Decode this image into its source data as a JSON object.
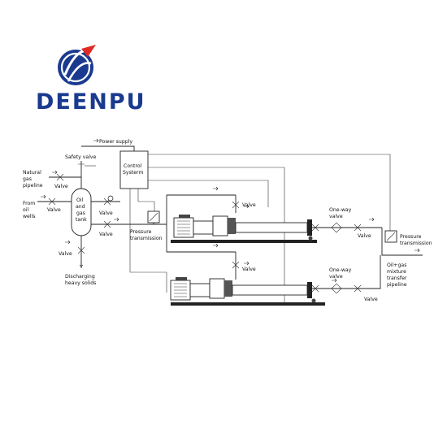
{
  "brand": {
    "name": "DEENPU",
    "primary_color": "#1a3a8f",
    "accent_color": "#e02a24"
  },
  "diagram": {
    "labels": {
      "power_supply": "Power supply",
      "safety_valve": "Safety  valve",
      "control_l1": "Control",
      "control_l2": "Systerm",
      "natural_gas_l1": "Natural",
      "natural_gas_l2": "gas",
      "natural_gas_l3": "pipeline",
      "valve_natural": "Valve",
      "from_l1": "From",
      "from_l2": "oil",
      "from_l3": "wells",
      "valve_from": "Valve",
      "tank_l1": "Oil",
      "tank_l2": "and",
      "tank_l3": "gas",
      "tank_l4": "tank",
      "valve_upper_mid": "Valve",
      "valve_lower_mid": "Valve",
      "pressure_l1": "Pressure",
      "pressure_l2": "transmission",
      "valve_bottom_tank": "Valve",
      "discharge_l1": "Discharging",
      "discharge_l2": "heavy solids",
      "valve_top_pump": "Valve",
      "oneway1_l1": "One-way",
      "oneway1_l2": "valve",
      "valve_out1": "Valve",
      "pressure_r_l1": "Pressure",
      "pressure_r_l2": "transmission",
      "valve_bottom_pump": "Valve",
      "oneway2_l1": "One-way",
      "oneway2_l2": "valve",
      "valve_out2": "Valve",
      "mixture_l1": "Oil+gas",
      "mixture_l2": "mixture",
      "mixture_l3": "transfer",
      "mixture_l4": "pipeline"
    }
  }
}
